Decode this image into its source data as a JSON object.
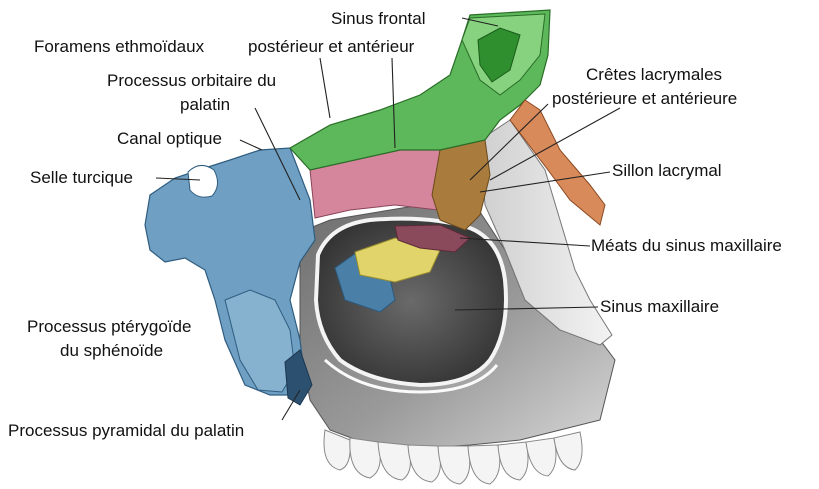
{
  "labels": {
    "sinus_frontal": "Sinus frontal",
    "foramens_ethmoidaux": "Foramens ethmoïdaux",
    "posterieur_anterieur": "postérieur et antérieur",
    "processus_orbitaire_l1": "Processus orbitaire du",
    "processus_orbitaire_l2": "palatin",
    "canal_optique": "Canal optique",
    "selle_turcique": "Selle turcique",
    "cretes_lacrymales_l1": "Crêtes lacrymales",
    "cretes_lacrymales_l2": "postérieure et antérieure",
    "sillon_lacrymal": "Sillon lacrymal",
    "meats_sinus": "Méats du sinus maxillaire",
    "sinus_maxillaire": "Sinus maxillaire",
    "processus_pterygoide_l1": "Processus ptérygoïde",
    "processus_pterygoide_l2": "du sphénoïde",
    "processus_pyramidal": "Processus pyramidal du palatin"
  },
  "colors": {
    "frontal_green": "#5cb85a",
    "frontal_dark_green": "#2f8f2f",
    "sphenoid_blue": "#6f9fc2",
    "ethmoid_pink": "#d6869c",
    "lacrimal_brown": "#a97b3c",
    "nasal_orange": "#d98a5a",
    "palatine_yellow": "#e0d46a",
    "maxilla_gray": "#8f8f8f",
    "sinus_dark": "#4a4a4a",
    "teeth": "#f4f4f4",
    "leader": "#222222"
  }
}
